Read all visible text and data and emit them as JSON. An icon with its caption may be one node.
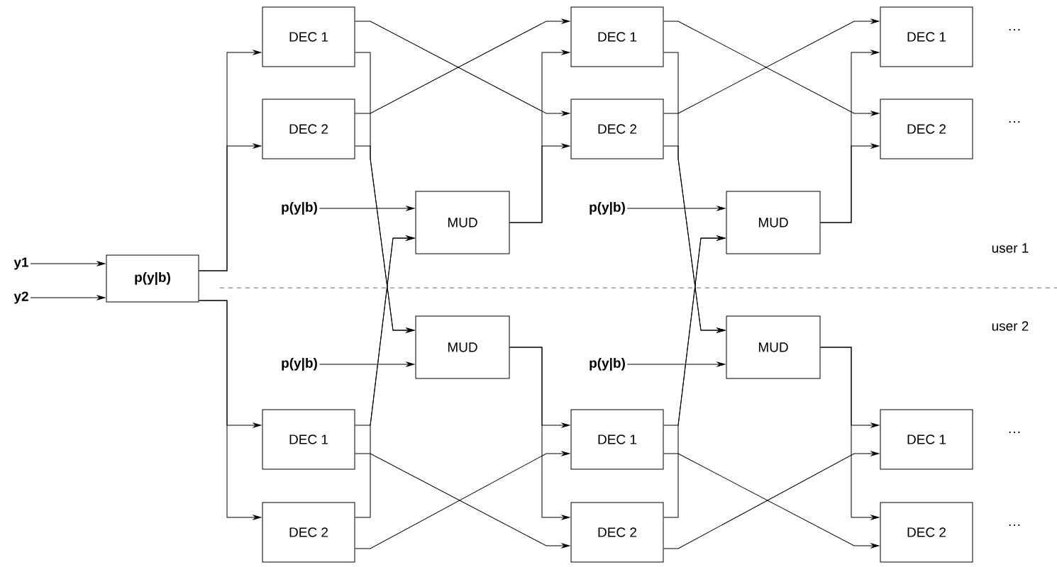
{
  "diagram": {
    "nodes": [
      {
        "text": [
          "y1"
        ]
      },
      {
        "text": [
          "y2"
        ]
      },
      {
        "text": [
          "p(y|b)"
        ]
      },
      {
        "text": [
          "DEC 1"
        ]
      },
      {
        "text": [
          "DEC 2"
        ]
      },
      {
        "text": [
          "p(y|b)"
        ]
      },
      {
        "text": [
          "MUD"
        ]
      },
      {
        "text": [
          "MUD"
        ]
      },
      {
        "text": [
          "p(y|b)"
        ]
      },
      {
        "text": [
          "DEC 1"
        ]
      },
      {
        "text": [
          "DEC 2"
        ]
      },
      {
        "text": [
          "DEC 1"
        ]
      },
      {
        "text": [
          "DEC 2"
        ]
      },
      {
        "text": [
          "p(y|b)"
        ]
      },
      {
        "text": [
          "MUD"
        ]
      },
      {
        "text": [
          "MUD"
        ]
      },
      {
        "text": [
          "p(y|b)"
        ]
      },
      {
        "text": [
          "DEC 1"
        ]
      },
      {
        "text": [
          "DEC 2"
        ]
      },
      {
        "text": [
          "DEC 1"
        ],
        "beside": [
          "···"
        ]
      },
      {
        "text": [
          "DEC 2"
        ],
        "beside": [
          "···"
        ]
      },
      {
        "text": [
          "DEC 1"
        ],
        "beside": [
          "···"
        ]
      },
      {
        "text": [
          "DEC 2"
        ],
        "beside": [
          "···"
        ]
      }
    ],
    "edges": [
      {
        "from": 0,
        "to": 2,
        "arrow": "to"
      },
      {
        "from": 1,
        "to": 2,
        "arrow": "to"
      },
      {
        "from": 2,
        "to": 3,
        "arrow": "to"
      },
      {
        "from": 2,
        "to": 4,
        "arrow": "to"
      },
      {
        "from": 2,
        "to": 9,
        "arrow": "to"
      },
      {
        "from": 2,
        "to": 10,
        "arrow": "to"
      },
      {
        "from": 5,
        "to": 6,
        "arrow": "to"
      },
      {
        "from": 8,
        "to": 7,
        "arrow": "to"
      },
      {
        "from": 3,
        "to": 12,
        "arrow": "to"
      },
      {
        "from": 4,
        "to": 11,
        "arrow": "to"
      },
      {
        "from": 3,
        "to": 7,
        "arrow": "to"
      },
      {
        "from": 4,
        "to": 7,
        "arrow": "to"
      },
      {
        "from": 9,
        "to": 6,
        "arrow": "to"
      },
      {
        "from": 10,
        "to": 6,
        "arrow": "to"
      },
      {
        "from": 9,
        "to": 18,
        "arrow": "to"
      },
      {
        "from": 10,
        "to": 17,
        "arrow": "to"
      },
      {
        "from": 6,
        "to": 11,
        "arrow": "to"
      },
      {
        "from": 6,
        "to": 12,
        "arrow": "to"
      },
      {
        "from": 7,
        "to": 17,
        "arrow": "to"
      },
      {
        "from": 7,
        "to": 18,
        "arrow": "to"
      },
      {
        "from": 13,
        "to": 14,
        "arrow": "to"
      },
      {
        "from": 16,
        "to": 15,
        "arrow": "to"
      },
      {
        "from": 11,
        "to": 20,
        "arrow": "to"
      },
      {
        "from": 12,
        "to": 19,
        "arrow": "to"
      },
      {
        "from": 11,
        "to": 15,
        "arrow": "to"
      },
      {
        "from": 12,
        "to": 15,
        "arrow": "to"
      },
      {
        "from": 17,
        "to": 14,
        "arrow": "to"
      },
      {
        "from": 18,
        "to": 14,
        "arrow": "to"
      },
      {
        "from": 17,
        "to": 22,
        "arrow": "to"
      },
      {
        "from": 18,
        "to": 21,
        "arrow": "to"
      },
      {
        "from": 14,
        "to": 19,
        "arrow": "to"
      },
      {
        "from": 14,
        "to": 20,
        "arrow": "to"
      },
      {
        "from": 15,
        "to": 21,
        "arrow": "to"
      },
      {
        "from": 15,
        "to": 22,
        "arrow": "to"
      }
    ],
    "labels": [
      "user 1",
      "user 2"
    ]
  }
}
